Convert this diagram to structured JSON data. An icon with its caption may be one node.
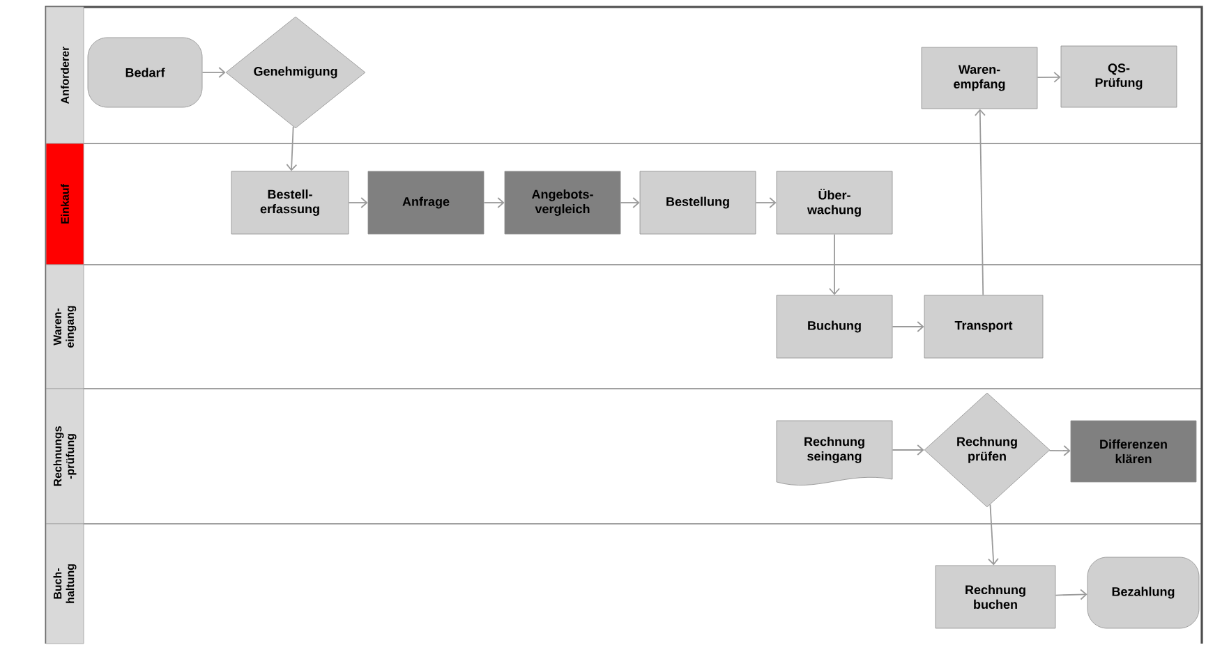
{
  "diagram": {
    "nodes": [
      {
        "text": [
          "Anforderer"
        ]
      },
      {
        "text": [
          "Bedarf"
        ]
      },
      {
        "text": [
          "Genehmigung"
        ]
      },
      {
        "text": [
          "Waren- empfang"
        ]
      },
      {
        "text": [
          "QS- Prüfung"
        ]
      },
      {
        "text": [
          "Einkauf"
        ]
      },
      {
        "text": [
          "Bestell- erfassung"
        ]
      },
      {
        "text": [
          "Anfrage"
        ]
      },
      {
        "text": [
          "Angebots- vergleich"
        ]
      },
      {
        "text": [
          "Bestellung"
        ]
      },
      {
        "text": [
          "Über- wachung"
        ]
      },
      {
        "text": [
          "Waren- eingang"
        ]
      },
      {
        "text": [
          "Buchung"
        ]
      },
      {
        "text": [
          "Transport"
        ]
      },
      {
        "text": [
          "Rechnungs -prüfung"
        ]
      },
      {
        "text": [
          "Rechnung seingang"
        ]
      },
      {
        "text": [
          "Rechnung prüfen"
        ]
      },
      {
        "text": [
          "Differenzen klären"
        ]
      },
      {
        "text": [
          "Buch- haltung"
        ]
      },
      {
        "text": [
          "Rechnung buchen"
        ]
      },
      {
        "text": [
          "Bezahlung"
        ]
      }
    ],
    "edges": [
      {
        "from": 1,
        "to": 2,
        "arrow": "to"
      },
      {
        "from": 2,
        "to": 6,
        "arrow": "to"
      },
      {
        "from": 6,
        "to": 7,
        "arrow": "to"
      },
      {
        "from": 7,
        "to": 8,
        "arrow": "to"
      },
      {
        "from": 8,
        "to": 9,
        "arrow": "to"
      },
      {
        "from": 9,
        "to": 10,
        "arrow": "to"
      },
      {
        "from": 10,
        "to": 12,
        "arrow": "to"
      },
      {
        "from": 12,
        "to": 13,
        "arrow": "to"
      },
      {
        "from": 13,
        "to": 3,
        "arrow": "to"
      },
      {
        "from": 3,
        "to": 4,
        "arrow": "to"
      },
      {
        "from": 15,
        "to": 16,
        "arrow": "to"
      },
      {
        "from": 16,
        "to": 17,
        "arrow": "to"
      },
      {
        "from": 16,
        "to": 19,
        "arrow": "to"
      },
      {
        "from": 19,
        "to": 20,
        "arrow": "to"
      }
    ]
  }
}
